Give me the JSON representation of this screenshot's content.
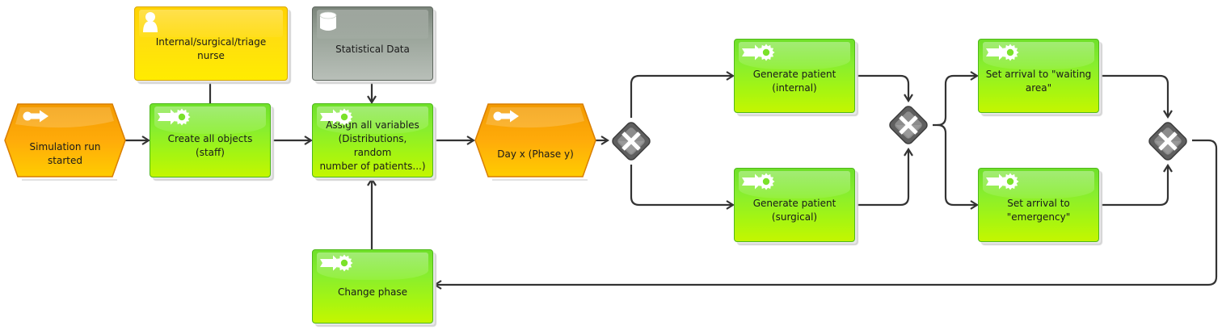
{
  "diagram": {
    "type": "EPC process model",
    "nodes": {
      "start_event": {
        "kind": "event",
        "label": "Simulation run\nstarted",
        "icon": "event-icon"
      },
      "org_unit": {
        "kind": "organizational-unit",
        "label": "Internal/surgical/triage nurse",
        "icon": "person-icon"
      },
      "create_objects": {
        "kind": "function",
        "label": "Create all objects (staff)",
        "icon": "function-icon"
      },
      "stat_data": {
        "kind": "data",
        "label": "Statistical Data",
        "icon": "database-icon"
      },
      "assign_vars": {
        "kind": "function",
        "label": "Assign all variables\n(Distributions, random\nnumber of patients...)",
        "icon": "function-icon"
      },
      "change_phase": {
        "kind": "function",
        "label": "Change phase",
        "icon": "function-icon"
      },
      "day_event": {
        "kind": "event",
        "label": "Day x (Phase y)",
        "icon": "event-icon"
      },
      "xor_split_1": {
        "kind": "xor-gateway",
        "icon": "xor-gateway-icon"
      },
      "gen_internal": {
        "kind": "function",
        "label": "Generate patient\n(internal)",
        "icon": "function-icon"
      },
      "gen_surgical": {
        "kind": "function",
        "label": "Generate patient\n(surgical)",
        "icon": "function-icon"
      },
      "xor_join_1": {
        "kind": "xor-gateway",
        "icon": "xor-gateway-icon"
      },
      "set_waiting": {
        "kind": "function",
        "label": "Set arrival to \"waiting\narea\"",
        "icon": "function-icon"
      },
      "set_emergency": {
        "kind": "function",
        "label": "Set arrival to\n\"emergency\"",
        "icon": "function-icon"
      },
      "xor_join_2": {
        "kind": "xor-gateway",
        "icon": "xor-gateway-icon"
      }
    },
    "edges": [
      {
        "from": "start_event",
        "to": "create_objects",
        "arrow": true
      },
      {
        "from": "org_unit",
        "to": "create_objects",
        "arrow": false
      },
      {
        "from": "create_objects",
        "to": "assign_vars",
        "arrow": true
      },
      {
        "from": "stat_data",
        "to": "assign_vars",
        "arrow": true
      },
      {
        "from": "change_phase",
        "to": "assign_vars",
        "arrow": true
      },
      {
        "from": "assign_vars",
        "to": "day_event",
        "arrow": true
      },
      {
        "from": "day_event",
        "to": "xor_split_1",
        "arrow": true
      },
      {
        "from": "xor_split_1",
        "to": "gen_internal",
        "arrow": true
      },
      {
        "from": "xor_split_1",
        "to": "gen_surgical",
        "arrow": true
      },
      {
        "from": "gen_internal",
        "to": "xor_join_1",
        "arrow": true
      },
      {
        "from": "gen_surgical",
        "to": "xor_join_1",
        "arrow": true
      },
      {
        "from": "xor_join_1",
        "to": "set_waiting",
        "arrow": true
      },
      {
        "from": "xor_join_1",
        "to": "set_emergency",
        "arrow": true
      },
      {
        "from": "set_waiting",
        "to": "xor_join_2",
        "arrow": true
      },
      {
        "from": "set_emergency",
        "to": "xor_join_2",
        "arrow": true
      },
      {
        "from": "xor_join_2",
        "to": "change_phase",
        "arrow": true
      }
    ],
    "colors": {
      "function": "#88ee2e",
      "event": "#ffa500",
      "org_unit": "#ffdd10",
      "data": "#9aa49a",
      "gateway": "#6e6e6e",
      "connector": "#333333"
    }
  }
}
